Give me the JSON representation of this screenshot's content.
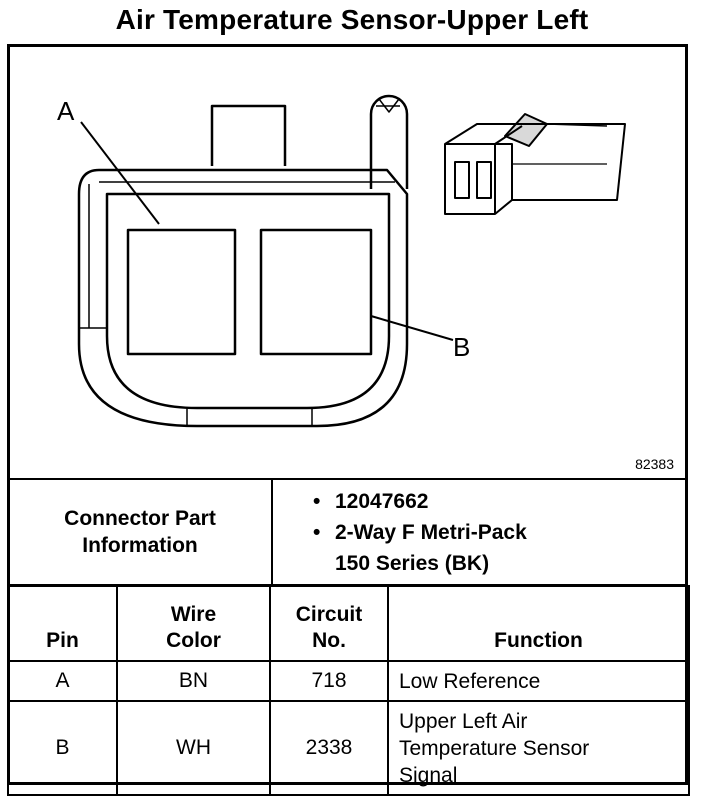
{
  "title": "Air Temperature Sensor-Upper Left",
  "figure": {
    "callout_a": "A",
    "callout_b": "B",
    "figure_number": "82383"
  },
  "connector_info": {
    "label_line1": "Connector Part",
    "label_line2": "Information",
    "part_number": "12047662",
    "description_line1": "2-Way F Metri-Pack",
    "description_line2": "150 Series (BK)",
    "bullet": "•"
  },
  "pin_table": {
    "headers": {
      "pin": "Pin",
      "wire_color_line1": "Wire",
      "wire_color_line2": "Color",
      "circuit_line1": "Circuit",
      "circuit_line2": "No.",
      "function": "Function"
    },
    "rows": [
      {
        "pin": "A",
        "wire_color": "BN",
        "circuit": "718",
        "function": [
          "Low Reference"
        ]
      },
      {
        "pin": "B",
        "wire_color": "WH",
        "circuit": "2338",
        "function": [
          "Upper Left Air",
          "Temperature Sensor",
          "Signal"
        ]
      }
    ]
  }
}
